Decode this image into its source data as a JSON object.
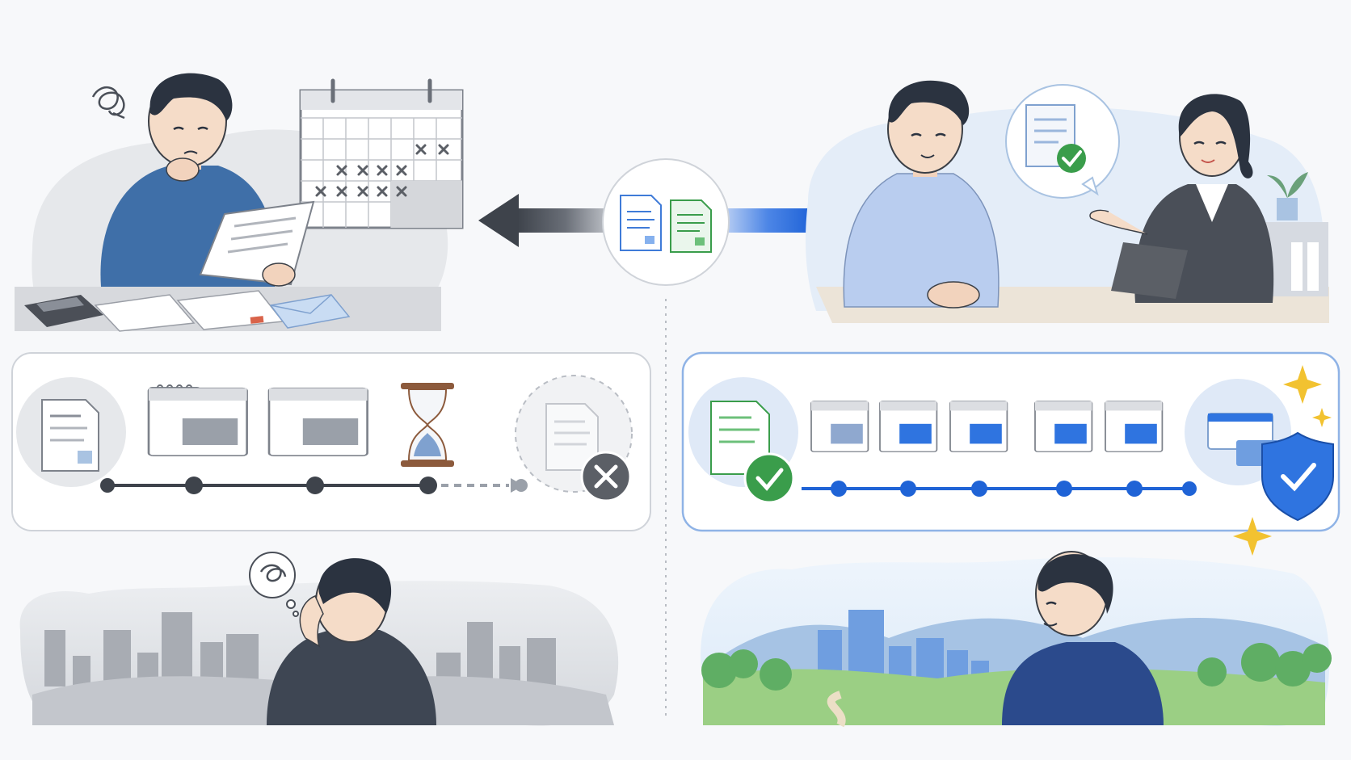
{
  "colors": {
    "background": "#f7f8fa",
    "negative_accent": "#4a4f58",
    "positive_accent": "#1f63d6",
    "success_green": "#3a9d4b",
    "error_gray": "#5b5f66",
    "star_gold": "#f2c230",
    "shield_blue": "#2f74e0"
  },
  "icons": {
    "center": [
      "document-icon",
      "approved-document-icon"
    ],
    "arrows": [
      "arrow-left-icon",
      "arrow-right-icon"
    ],
    "left_timeline": [
      "document-icon",
      "calendar-icon",
      "calendar-icon",
      "hourglass-icon",
      "cancelled-document-icon",
      "x-circle-icon"
    ],
    "right_timeline": [
      "approved-document-icon",
      "check-circle-icon",
      "calendar-icon",
      "calendar-icon",
      "calendar-icon",
      "calendar-icon",
      "calendar-icon",
      "id-card-icon",
      "shield-check-icon",
      "sparkle-icon"
    ]
  },
  "scenes": {
    "left_top": "worried-man-with-papers-and-calendar",
    "right_top": "man-consulting-advisor",
    "left_bottom": "stressed-man-gray-city",
    "right_bottom": "hopeful-man-bright-city"
  }
}
